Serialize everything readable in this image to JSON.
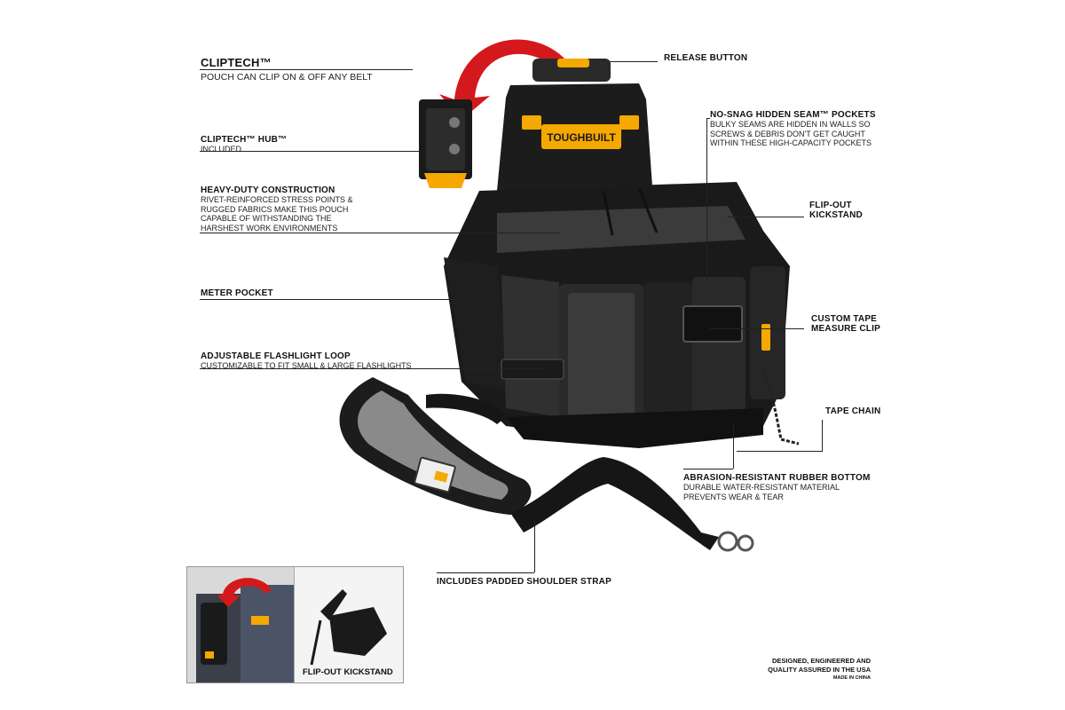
{
  "callouts": {
    "cliptech": {
      "title": "CLIPTECH™",
      "desc": "POUCH CAN CLIP ON & OFF ANY BELT"
    },
    "release": {
      "title": "RELEASE BUTTON"
    },
    "hub": {
      "title": "CLIPTECH™ HUB™",
      "desc": "INCLUDED"
    },
    "nosnag": {
      "title": "NO-SNAG HIDDEN SEAM™ POCKETS",
      "desc": "BULKY SEAMS ARE HIDDEN IN WALLS SO\nSCREWS & DEBRIS DON'T GET CAUGHT\nWITHIN THESE HIGH-CAPACITY POCKETS"
    },
    "heavy": {
      "title": "HEAVY-DUTY CONSTRUCTION",
      "desc": "RIVET-REINFORCED STRESS POINTS &\nRUGGED FABRICS MAKE THIS POUCH\nCAPABLE OF WITHSTANDING THE\nHARSHEST WORK ENVIRONMENTS"
    },
    "kickstand": {
      "title": "FLIP-OUT\nKICKSTAND"
    },
    "meter": {
      "title": "METER POCKET"
    },
    "tapeclip": {
      "title": "CUSTOM TAPE\nMEASURE CLIP"
    },
    "flashlight": {
      "title": "ADJUSTABLE FLASHLIGHT LOOP",
      "desc": "CUSTOMIZABLE TO FIT SMALL & LARGE FLASHLIGHTS"
    },
    "tapechain": {
      "title": "TAPE CHAIN"
    },
    "bottom": {
      "title": "ABRASION-RESISTANT RUBBER BOTTOM",
      "desc": "DURABLE WATER-RESISTANT MATERIAL\nPREVENTS WEAR & TEAR"
    },
    "strap": {
      "title": "INCLUDES PADDED SHOULDER STRAP"
    }
  },
  "brand": {
    "logo_text": "TOUGHBUILT"
  },
  "inset": {
    "label": "FLIP-OUT KICKSTAND"
  },
  "footer": {
    "line1": "DESIGNED, ENGINEERED AND\nQUALITY ASSURED IN THE USA",
    "line2": "MADE IN CHINA"
  },
  "colors": {
    "accent": "#f5a800",
    "arrow": "#d4191c",
    "bag": "#1a1a1a",
    "panel": "#3b3b3b"
  }
}
